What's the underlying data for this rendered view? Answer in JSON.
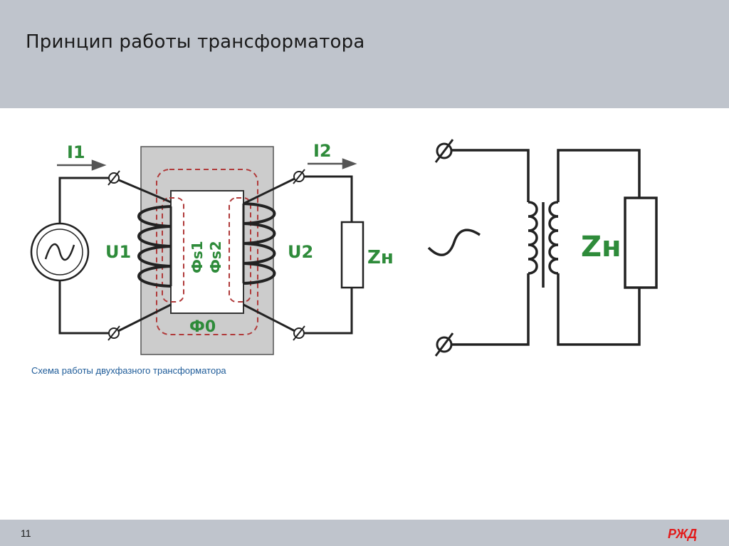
{
  "slide": {
    "title": "Принцип работы трансформатора",
    "caption": "Схема работы двухфазного трансформатора",
    "page_number": "11"
  },
  "diagram": {
    "labels": {
      "i1": "I1",
      "i2": "I2",
      "u1": "U1",
      "u2": "U2",
      "zn_left": "Zн",
      "zn_right": "Zн",
      "phi_s1": "Фs1",
      "phi_s2": "Фs2",
      "phi_0": "Ф0"
    }
  },
  "logo": {
    "text": "РЖД",
    "color": "#e21a1a"
  },
  "colors": {
    "header_bg": "#bfc4cc",
    "label_green": "#2e8b3a",
    "flux_red": "#b03a3a",
    "caption_blue": "#1f5c99",
    "core_gray": "#cccccc"
  }
}
